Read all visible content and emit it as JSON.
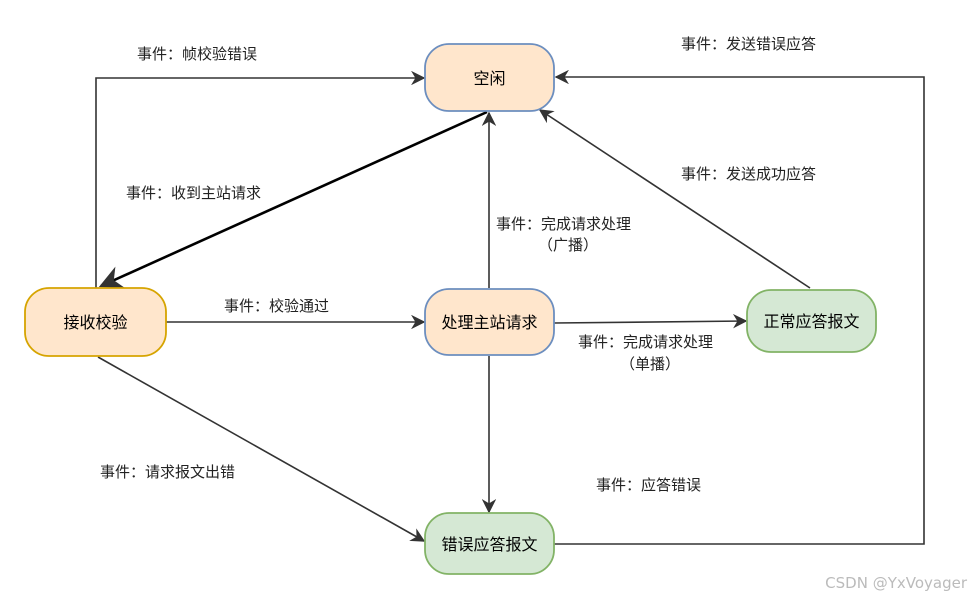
{
  "nodes": {
    "idle": {
      "label": "空闲",
      "fill": "#ffe6cc",
      "stroke": "#6c8ebf"
    },
    "receive_check": {
      "label": "接收校验",
      "fill": "#ffe6cc",
      "stroke": "#d6a400"
    },
    "process_request": {
      "label": "处理主站请求",
      "fill": "#ffe6cc",
      "stroke": "#6c8ebf"
    },
    "normal_response": {
      "label": "正常应答报文",
      "fill": "#d5e8d4",
      "stroke": "#82b366"
    },
    "error_response": {
      "label": "错误应答报文",
      "fill": "#d5e8d4",
      "stroke": "#82b366"
    }
  },
  "edges": {
    "frame_check_error": "事件：帧校验错误",
    "send_error_response": "事件：发送错误应答",
    "receive_master_request": "事件：收到主站请求",
    "send_success_response": "事件：发送成功应答",
    "complete_broadcast_line1": "事件：完成请求处理",
    "complete_broadcast_line2": "（广播）",
    "check_passed": "事件：校验通过",
    "complete_unicast_line1": "事件：完成请求处理",
    "complete_unicast_line2": "（单播）",
    "request_message_error": "事件：请求报文出错",
    "response_error": "事件：应答错误"
  },
  "watermark": "CSDN @YxVoyager",
  "colors": {
    "edge": "#333333"
  }
}
